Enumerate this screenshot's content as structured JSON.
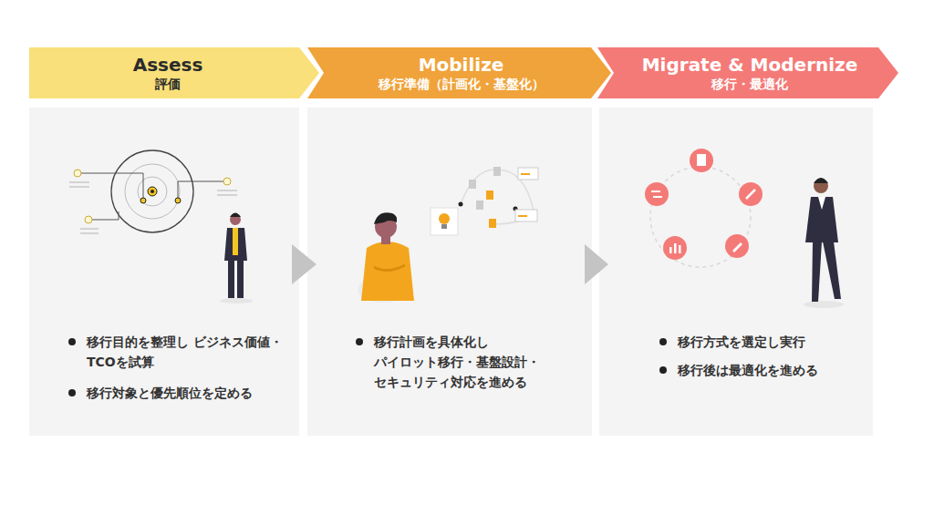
{
  "diagram": {
    "nodes": [
      {
        "text": [
          "Assess",
          "評価"
        ]
      },
      {
        "text": [
          "Mobilize",
          "移行準備（計画化・基盤化）"
        ]
      },
      {
        "text": [
          "Migrate & Modernize",
          "移行・最適化"
        ]
      },
      {
        "text": [
          "移行目的を整理し ビジネス価値・TCOを試算",
          "移行対象と優先順位を定める"
        ]
      },
      {
        "text": [
          "移行計画を具体化し パイロット移行・基盤設計・ セキュリティ対応を進める"
        ]
      },
      {
        "text": [
          "移行方式を選定し実行",
          "移行後は最適化を進める"
        ]
      }
    ],
    "edges": [
      {
        "from": 3,
        "to": 4,
        "arrow": "to"
      },
      {
        "from": 4,
        "to": 5,
        "arrow": "to"
      }
    ]
  }
}
